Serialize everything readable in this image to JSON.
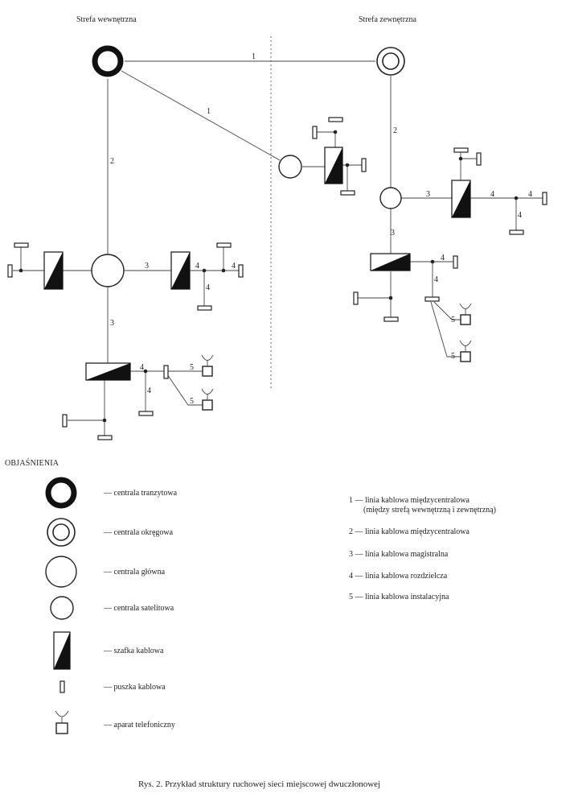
{
  "zones": {
    "inner": "Strefa wewnętrzna",
    "outer": "Strefa zewnętrzna"
  },
  "line_numbers": {
    "l1": "1",
    "l2": "2",
    "l3": "3",
    "l4": "4",
    "l5": "5"
  },
  "legend": {
    "header": "OBJAŚNIENIA",
    "symbols": [
      {
        "icon": "transit-exchange-icon",
        "label": "— centrala tranzytowa"
      },
      {
        "icon": "district-exchange-icon",
        "label": "— centrala okręgowa"
      },
      {
        "icon": "main-exchange-icon",
        "label": "— centrala główna"
      },
      {
        "icon": "satellite-exchange-icon",
        "label": "— centrala satelitowa"
      },
      {
        "icon": "cable-cabinet-icon",
        "label": "— szafka kablowa"
      },
      {
        "icon": "cable-box-icon",
        "label": "— puszka kablowa"
      },
      {
        "icon": "telephone-set-icon",
        "label": "— aparat telefoniczny"
      }
    ],
    "lines": [
      {
        "label": "1 — linia kablowa międzycentralowa",
        "note": "(między strefą wewnętrzną i zewnętrzną)"
      },
      {
        "label": "2 — linia kablowa międzycentralowa"
      },
      {
        "label": "3 — linia kablowa magistralna"
      },
      {
        "label": "4 — linia kablowa rozdzielcza"
      },
      {
        "label": "5 — linia kablowa instalacyjna"
      }
    ]
  },
  "caption": "Rys. 2. Przykład struktury ruchowej sieci miejscowej dwuczłonowej"
}
